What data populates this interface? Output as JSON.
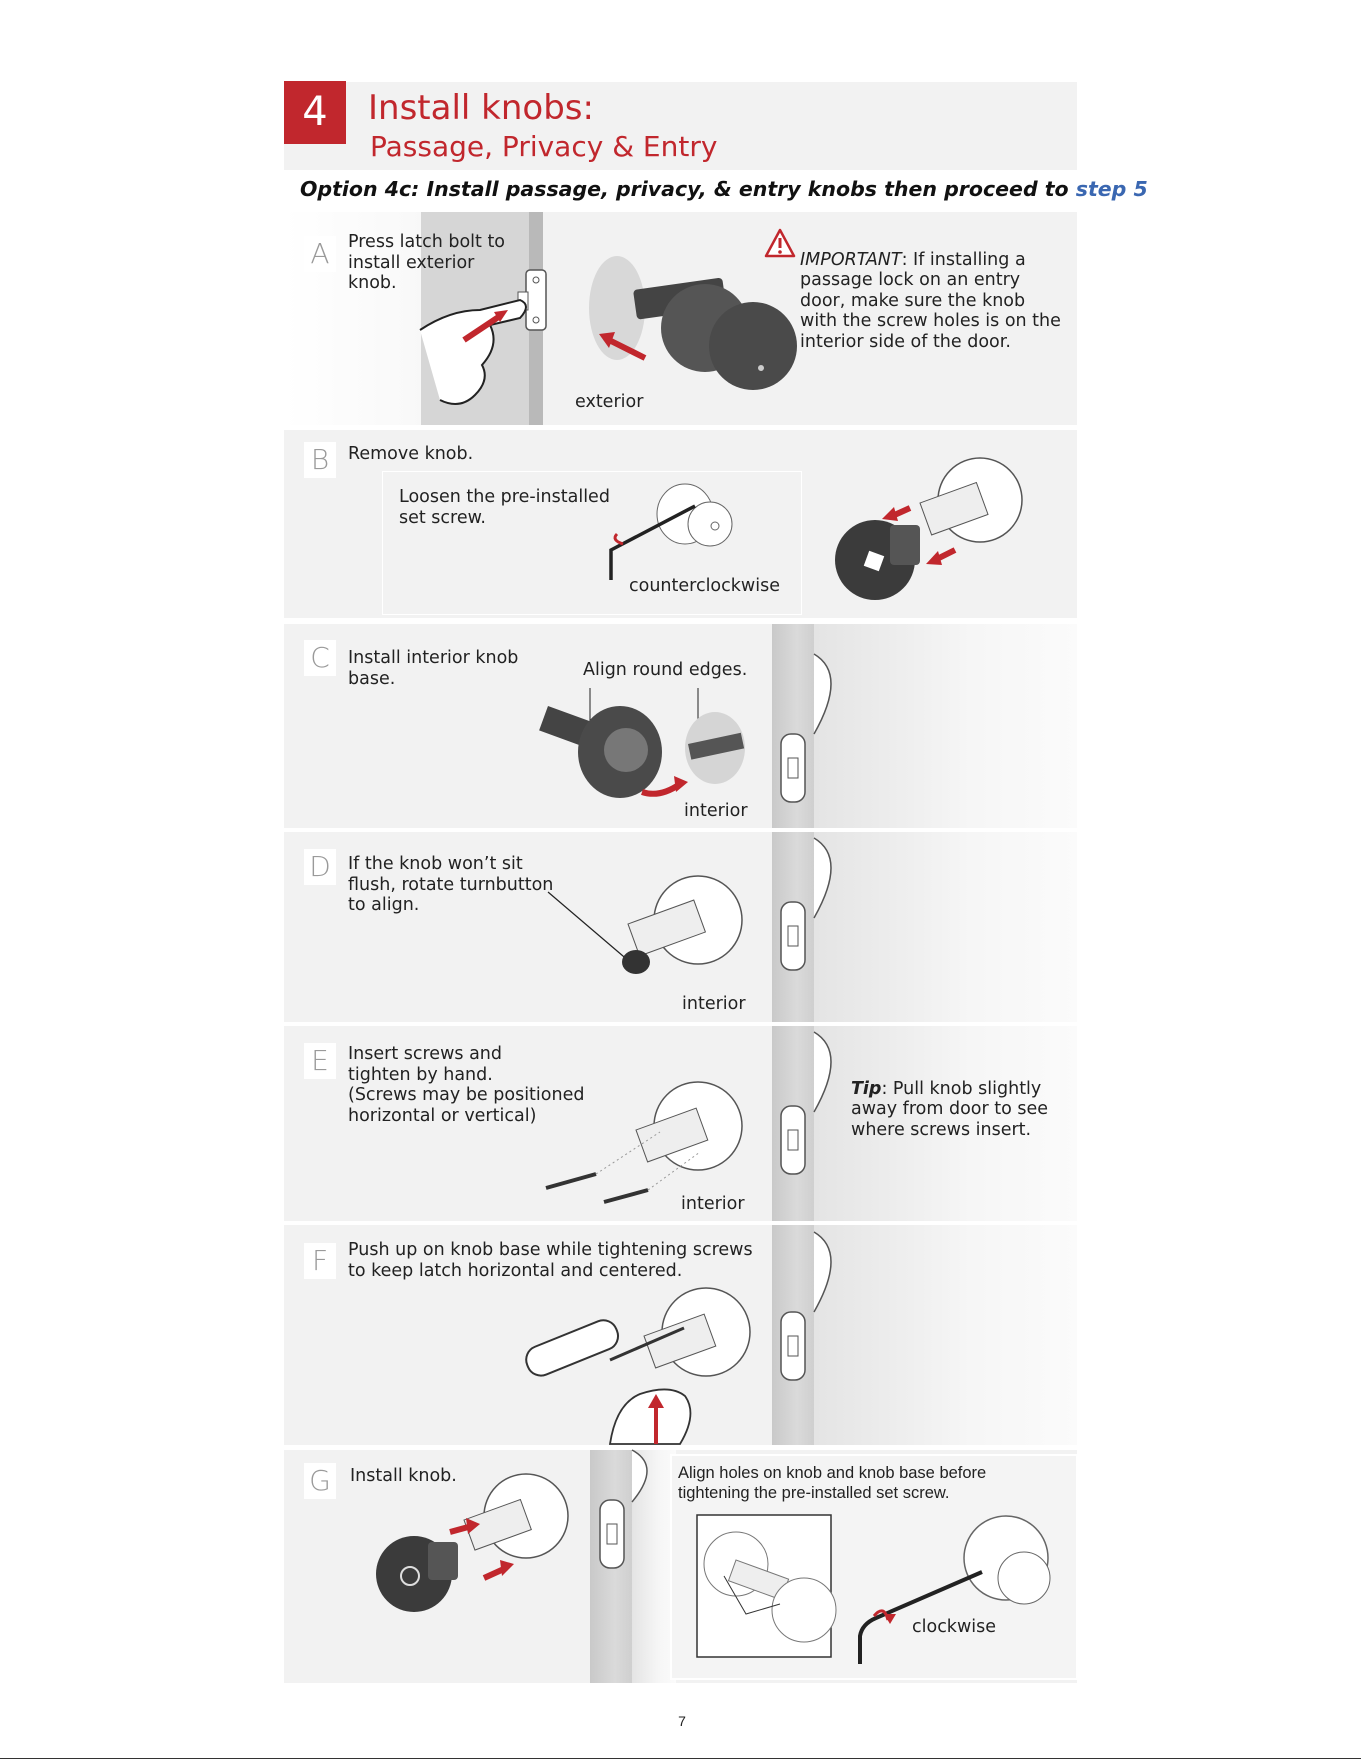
{
  "header": {
    "step_number": "4",
    "title": "Install knobs:",
    "subtitle": "Passage, Privacy & Entry",
    "option_prefix": "Option 4c: Install passage, privacy, & entry knobs then proceed to ",
    "option_link": "step 5"
  },
  "colors": {
    "accent_red": "#c1272d",
    "link_blue": "#3a67b1",
    "panel_bg": "#f2f2f2"
  },
  "steps": {
    "a": {
      "letter": "A",
      "text": "Press latch bolt to\ninstall exterior\nknob.",
      "label": "exterior",
      "important_title": "IMPORTANT",
      "important_text": ": If installing a\npassage lock on an entry\ndoor, make sure the knob\nwith the screw holes is on the\ninterior side of the door."
    },
    "b": {
      "letter": "B",
      "text": "Remove knob.",
      "sub_text": "Loosen the pre-installed\nset screw.",
      "label": "counterclockwise"
    },
    "c": {
      "letter": "C",
      "text": "Install interior knob\nbase.",
      "callout": "Align round edges.",
      "label": "interior"
    },
    "d": {
      "letter": "D",
      "text": "If the knob won’t sit\nflush, rotate turnbutton\nto align.",
      "label": "interior"
    },
    "e": {
      "letter": "E",
      "text": "Insert screws and\ntighten by hand.\n(Screws may be positioned\nhorizontal or vertical)",
      "label": "interior",
      "tip_title": "Tip",
      "tip_text": ": Pull knob slightly\naway from door to see\nwhere screws insert."
    },
    "f": {
      "letter": "F",
      "text": "Push up on knob base while tightening screws\nto keep latch horizontal and centered."
    },
    "g": {
      "letter": "G",
      "text": "Install knob.",
      "sub_text": "Align holes on knob and knob base before\ntightening the pre-installed set screw.",
      "label": "clockwise"
    }
  },
  "footer": {
    "page_number": "7"
  },
  "icons": [
    "warning-triangle-icon",
    "red-arrow-icon",
    "hex-key-icon",
    "screwdriver-icon"
  ]
}
